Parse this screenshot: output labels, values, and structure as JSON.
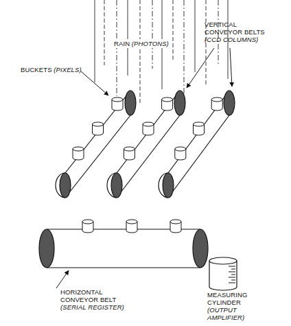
{
  "diagram": {
    "labels": [
      "RAIN (PHOTONS)",
      "VERTICAL CONVEYOR BELTS (CCD COLUMNS)",
      "BUCKETS (PIXELS)",
      "HORIZONTAL CONVEYOR BELT (SERIAL REGISTER)",
      "MEASURING CYLINDER (OUTPUT AMPLIFIER)"
    ]
  }
}
